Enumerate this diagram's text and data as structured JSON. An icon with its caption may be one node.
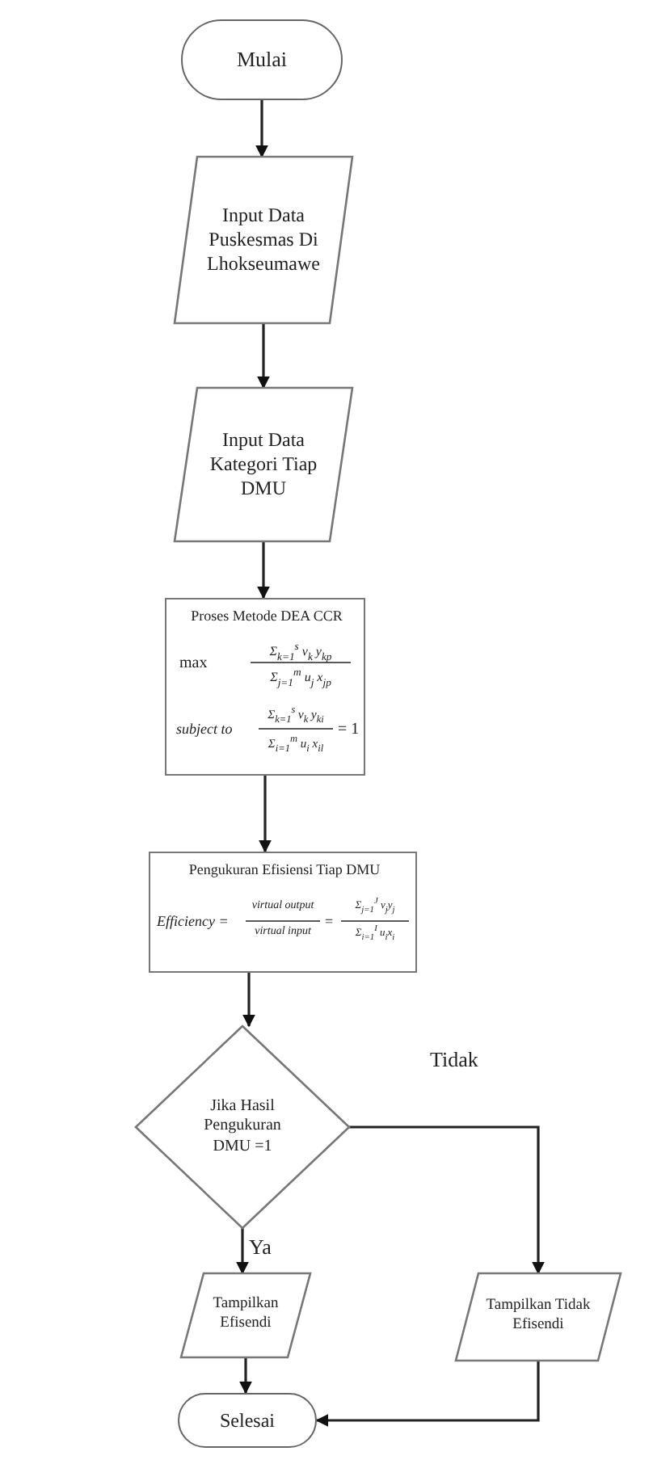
{
  "diagram": {
    "nodes": [
      {
        "text": [
          "Mulai"
        ]
      },
      {
        "text": [
          "Input Data Puskesmas Di Lhokseumawe"
        ]
      },
      {
        "text": [
          "Input Data Kategori Tiap DMU"
        ]
      },
      {
        "text": [
          "Proses Metode DEA CCR",
          "max",
          "Σ$_{k=1}$$^{s}$ v$_{k}$ y$_{kp}$",
          "Σ$_{j=1}$$^{m}$ u$_{j}$ x$_{jp}$",
          "subject to",
          "Σ$_{k=1}$$^{s}$ v$_{k}$ y$_{ki}$",
          "= 1",
          "Σ$_{i=1}$$^{m}$ u$_{i}$ x$_{il}$"
        ]
      },
      {
        "text": [
          "Pengukuran Efisiensi Tiap DMU",
          "Efficiency =",
          "virtual output",
          "virtual input",
          "=",
          "Σ$_{j=1}$$^{J}$ v$_{j}$y$_{j}$",
          "Σ$_{i=1}$$^{I}$ u$_{i}$x$_{i}$"
        ]
      },
      {
        "text": [
          "Jika Hasil Pengukuran DMU =1"
        ]
      },
      {
        "text": [
          "Tampilkan Efisendi"
        ]
      },
      {
        "text": [
          "Tampilkan Tidak Efisendi"
        ]
      },
      {
        "text": [
          "Selesai"
        ]
      }
    ],
    "edges": [
      {
        "from": 0,
        "to": 1,
        "arrow": "to"
      },
      {
        "from": 1,
        "to": 2,
        "arrow": "to"
      },
      {
        "from": 2,
        "to": 3,
        "arrow": "to"
      },
      {
        "from": 3,
        "to": 4,
        "arrow": "to"
      },
      {
        "from": 4,
        "to": 5,
        "arrow": "to"
      },
      {
        "from": 5,
        "to": 6,
        "arrow": "to",
        "label": "Ya"
      },
      {
        "from": 5,
        "to": 7,
        "arrow": "to",
        "label": "Tidak"
      },
      {
        "from": 6,
        "to": 8,
        "arrow": "to"
      },
      {
        "from": 7,
        "to": 8,
        "arrow": "to"
      }
    ]
  }
}
